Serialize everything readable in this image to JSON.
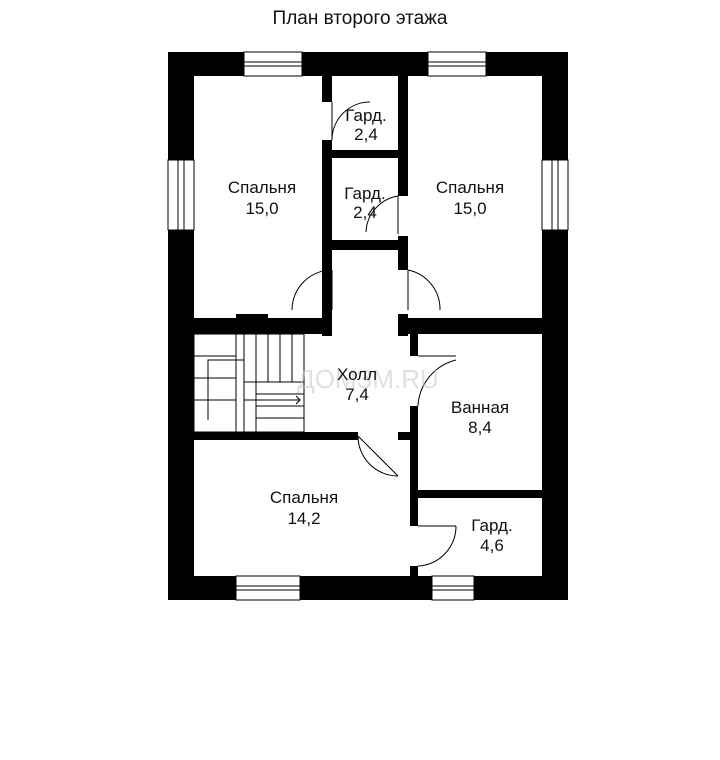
{
  "title": "План второго этажа",
  "watermark": "ДОМЗМ.RU",
  "rooms": [
    {
      "name": "Спальня",
      "area": "15,0"
    },
    {
      "name": "Гард.",
      "area": "2,4"
    },
    {
      "name": "Гард.",
      "area": "2,4"
    },
    {
      "name": "Спальня",
      "area": "15,0"
    },
    {
      "name": "Холл",
      "area": "7,4"
    },
    {
      "name": "Ванная",
      "area": "8,4"
    },
    {
      "name": "Спальня",
      "area": "14,2"
    },
    {
      "name": "Гард.",
      "area": "4,6"
    }
  ],
  "colors": {
    "wall": "#000000",
    "background": "#ffffff",
    "line": "#000000"
  }
}
